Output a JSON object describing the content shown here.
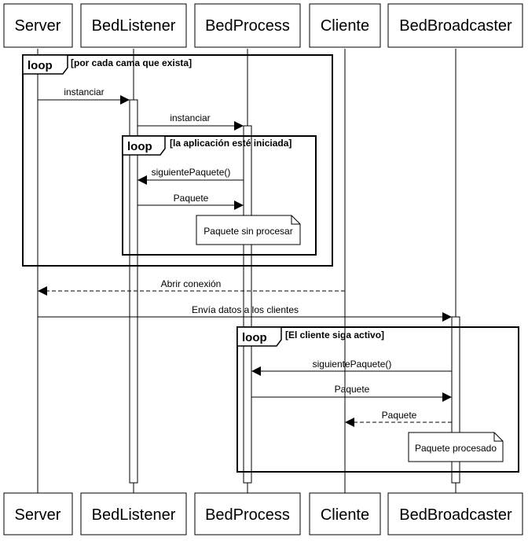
{
  "participants": [
    {
      "id": "server",
      "label": "Server"
    },
    {
      "id": "bedlistener",
      "label": "BedListener"
    },
    {
      "id": "bedprocess",
      "label": "BedProcess"
    },
    {
      "id": "cliente",
      "label": "Cliente"
    },
    {
      "id": "bedbroadcaster",
      "label": "BedBroadcaster"
    }
  ],
  "loops": [
    {
      "keyword": "loop",
      "guard": "[por cada cama que exista]"
    },
    {
      "keyword": "loop",
      "guard": "[la aplicación esté iniciada]"
    },
    {
      "keyword": "loop",
      "guard": "[El cliente siga activo]"
    }
  ],
  "messages": [
    {
      "from": "server",
      "to": "bedlistener",
      "label": "instanciar",
      "style": "solid"
    },
    {
      "from": "bedlistener",
      "to": "bedprocess",
      "label": "instanciar",
      "style": "solid"
    },
    {
      "from": "bedprocess",
      "to": "bedlistener",
      "label": "siguientePaquete()",
      "style": "solid"
    },
    {
      "from": "bedlistener",
      "to": "bedprocess",
      "label": "Paquete",
      "style": "solid"
    },
    {
      "from": "cliente",
      "to": "server",
      "label": "Abrir conexión",
      "style": "dashed"
    },
    {
      "from": "server",
      "to": "bedbroadcaster",
      "label": "Envía datos a los clientes",
      "style": "solid"
    },
    {
      "from": "bedbroadcaster",
      "to": "bedprocess",
      "label": "siguientePaquete()",
      "style": "solid"
    },
    {
      "from": "bedprocess",
      "to": "bedbroadcaster",
      "label": "Paquete",
      "style": "solid"
    },
    {
      "from": "bedbroadcaster",
      "to": "cliente",
      "label": "Paquete",
      "style": "dashed"
    }
  ],
  "notes": [
    {
      "text": "Paquete sin procesar"
    },
    {
      "text": "Paquete procesado"
    }
  ]
}
